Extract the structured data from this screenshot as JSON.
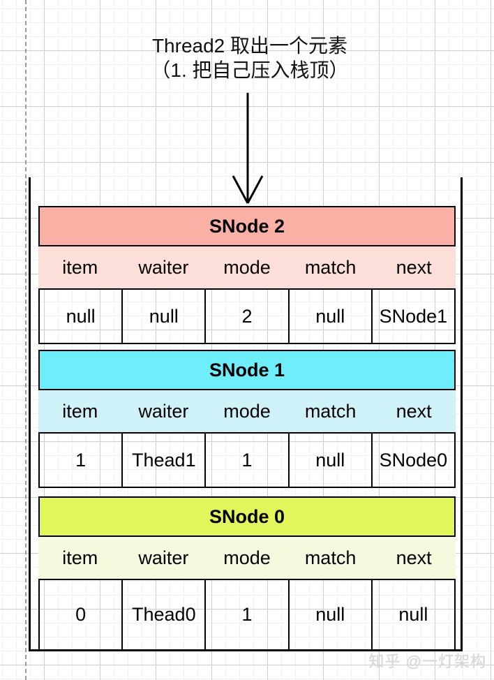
{
  "title": {
    "line1": "Thread2 取出一个元素",
    "line2": "（1. 把自己压入栈顶）"
  },
  "columns": [
    "item",
    "waiter",
    "mode",
    "match",
    "next"
  ],
  "nodes": [
    {
      "name": "SNode 2",
      "header_bg": "#fbb0a5",
      "subheader_bg": "#fcdfd9",
      "values": [
        "null",
        "null",
        "2",
        "null",
        "SNode1"
      ]
    },
    {
      "name": "SNode 1",
      "header_bg": "#6eeefa",
      "subheader_bg": "#cef2f8",
      "values": [
        "1",
        "Thead1",
        "1",
        "null",
        "SNode0"
      ]
    },
    {
      "name": "SNode 0",
      "header_bg": "#e2f55a",
      "subheader_bg": "#f5fade",
      "values": [
        "0",
        "Thead0",
        "1",
        "null",
        "null"
      ]
    }
  ],
  "watermark": {
    "text": "知乎 @一灯架构",
    "color": "#d9d9d9"
  },
  "colors": {
    "line": "#000000",
    "grid_minor": "#f1f1f1",
    "grid_major": "#cdcdcd"
  }
}
